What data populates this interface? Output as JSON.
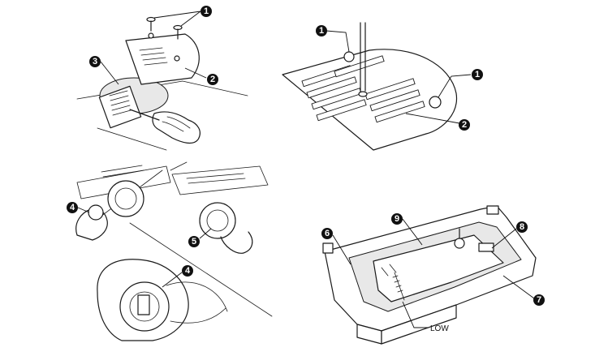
{
  "callouts": {
    "tl_1": "1",
    "tl_2": "2",
    "tl_3": "3",
    "tr_1a": "1",
    "tr_1b": "1",
    "tr_2": "2",
    "bl_4a": "4",
    "bl_4b": "4",
    "bl_5": "5",
    "br_6": "6",
    "br_7": "7",
    "br_8": "8",
    "br_9": "9"
  },
  "labels": {
    "low": "LOW"
  }
}
